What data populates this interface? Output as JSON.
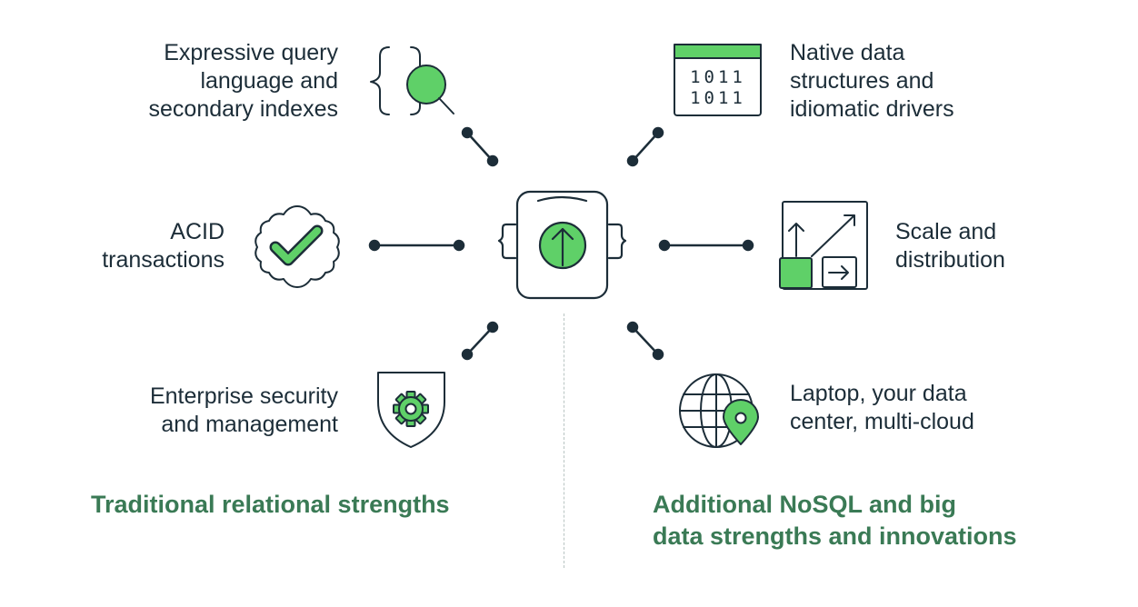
{
  "left_features": [
    {
      "lines": [
        "Expressive query",
        "language and",
        "secondary indexes"
      ],
      "icon": "query-search-icon"
    },
    {
      "lines": [
        "ACID",
        "transactions"
      ],
      "icon": "verified-badge-icon"
    },
    {
      "lines": [
        "Enterprise security",
        "and management"
      ],
      "icon": "shield-gear-icon"
    }
  ],
  "right_features": [
    {
      "lines": [
        "Native data",
        "structures and",
        "idiomatic drivers"
      ],
      "icon": "binary-data-icon"
    },
    {
      "lines": [
        "Scale and",
        "distribution"
      ],
      "icon": "scale-arrows-icon"
    },
    {
      "lines": [
        "Laptop, your data",
        "center, multi-cloud"
      ],
      "icon": "globe-location-icon"
    }
  ],
  "center_icon": "document-upload-icon",
  "binary_digits": [
    "1011",
    "1011"
  ],
  "captions": {
    "left": [
      "Traditional relational strengths"
    ],
    "right": [
      "Additional NoSQL and big",
      "data strengths and innovations"
    ]
  },
  "colors": {
    "accent_green": "#5fd068",
    "caption_green": "#3a7a55",
    "stroke_dark": "#1c2d38",
    "divider": "#b8c4c2"
  }
}
